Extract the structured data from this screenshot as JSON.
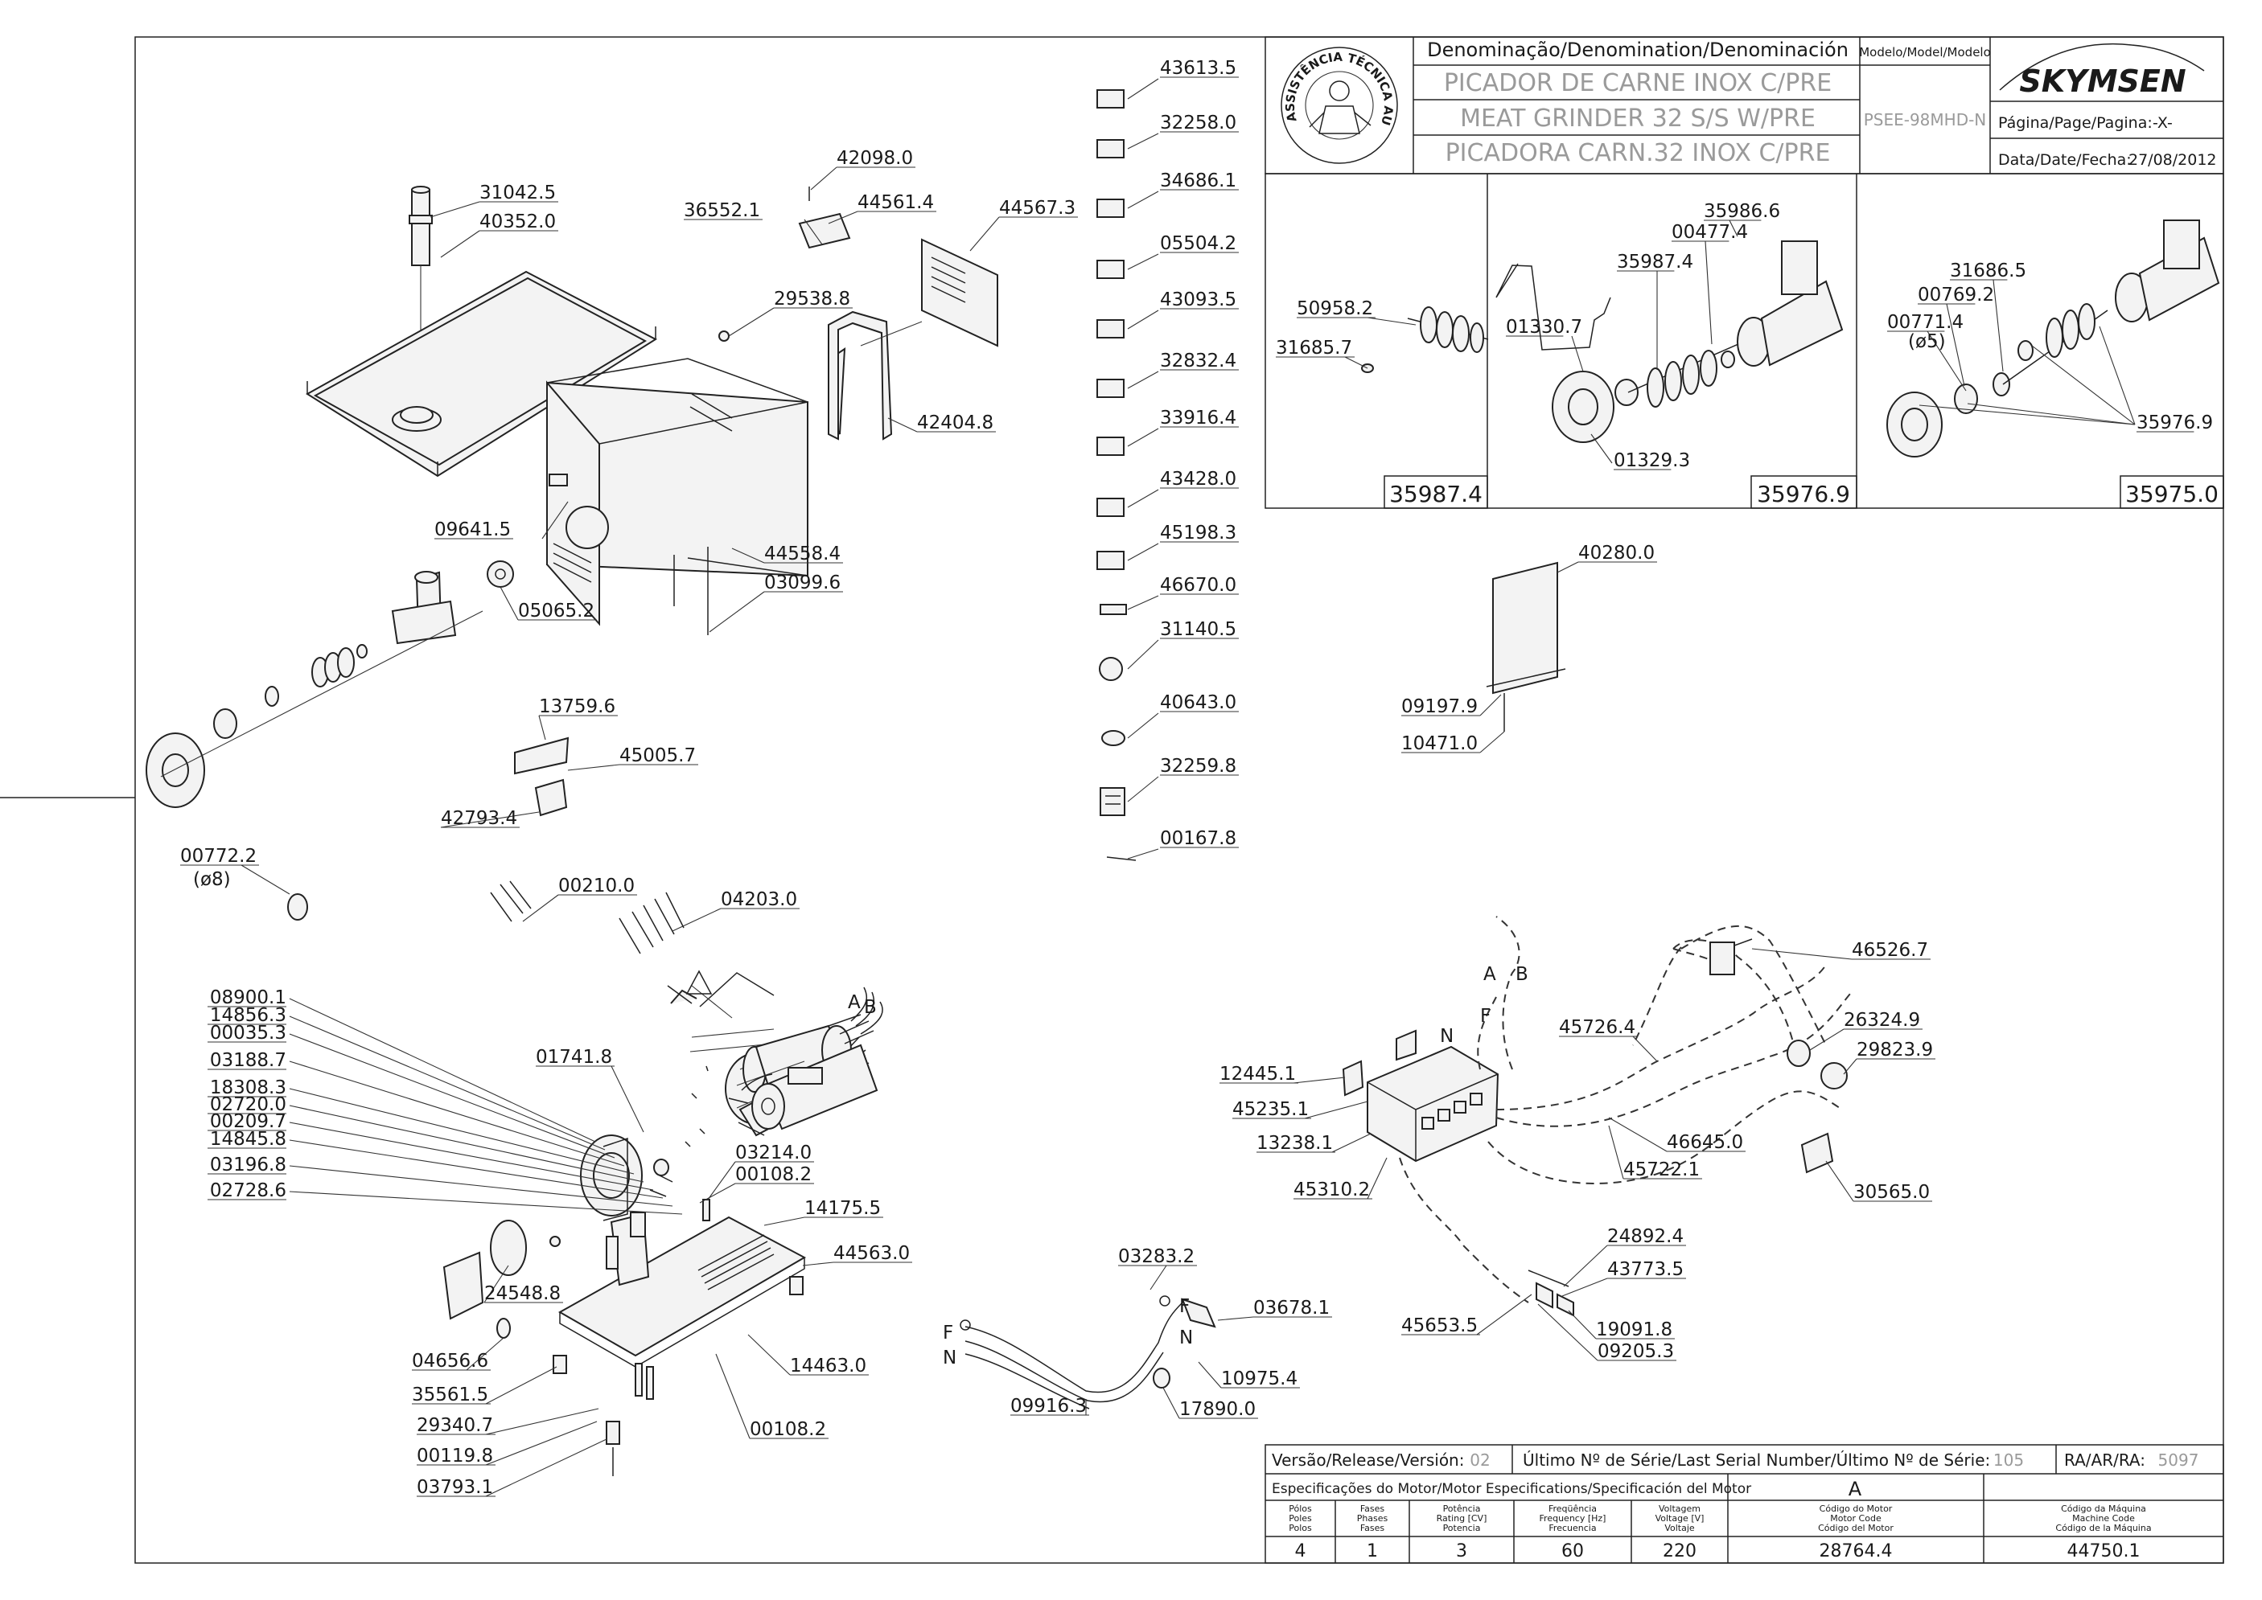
{
  "title_block": {
    "denomination_header": "Denominação/Denomination/Denominación",
    "name_pt": "PICADOR DE CARNE INOX C/PRE",
    "name_en": "MEAT GRINDER 32 S/S W/PRE",
    "name_es": "PICADORA CARN.32 INOX C/PRE",
    "model_header": "Modelo/Model/Modelo",
    "model_value": "PSEE-98MHD-N",
    "brand": "SKYMSEN",
    "page_label": "Página/Page/Pagina:",
    "page_value": "-X-",
    "date_label": "Data/Date/Fecha:",
    "date_value": "27/08/2012",
    "seal_text": "ASSISTÊNCIA TÉCNICA AUTORIZADA"
  },
  "panels": [
    {
      "code": "35987.4",
      "parts": [
        "50958.2",
        "31685.7"
      ]
    },
    {
      "code": "35976.9",
      "parts": [
        "35986.6",
        "00477.4",
        "35987.4",
        "01330.7",
        "01329.3"
      ]
    },
    {
      "code": "35975.0",
      "parts": [
        "31686.5",
        "00769.2",
        "00771.4",
        "(ø5)",
        "35976.9"
      ]
    }
  ],
  "callouts": {
    "upper_left": [
      "31042.5",
      "40352.0",
      "42098.0",
      "36552.1",
      "44561.4",
      "44567.3",
      "29538.8",
      "42404.8",
      "09641.5",
      "44558.4",
      "03099.6",
      "05065.2",
      "13759.6",
      "45005.7",
      "42793.4",
      "00772.2",
      "(ø8)",
      "00210.0",
      "04203.0"
    ],
    "column": [
      "43613.5",
      "32258.0",
      "34686.1",
      "05504.2",
      "43093.5",
      "32832.4",
      "33916.4",
      "43428.0",
      "45198.3",
      "46670.0",
      "31140.5",
      "40643.0",
      "32259.8",
      "00167.8"
    ],
    "plate": [
      "40280.0",
      "09197.9",
      "10471.0"
    ],
    "motor": [
      "08900.1",
      "14856.3",
      "00035.3",
      "03188.7",
      "18308.3",
      "02720.0",
      "00209.7",
      "14845.8",
      "03196.8",
      "02728.6",
      "01741.8",
      "03214.0",
      "00108.2",
      "14175.5",
      "44563.0",
      "24548.8",
      "04656.6",
      "35561.5",
      "29340.7",
      "00119.8",
      "03793.1",
      "14463.0",
      "00108.2"
    ],
    "motor_letters": [
      "A",
      "B"
    ],
    "cable": [
      "03283.2",
      "03678.1",
      "09916.3",
      "17890.0",
      "10975.4"
    ],
    "cable_letters": [
      "F",
      "N",
      "F",
      "N"
    ],
    "wiring": [
      "46526.7",
      "45726.4",
      "12445.1",
      "45235.1",
      "13238.1",
      "45310.2",
      "26324.9",
      "29823.9",
      "46645.0",
      "45722.1",
      "30565.0",
      "24892.4",
      "43773.5",
      "45653.5",
      "19091.8",
      "09205.3"
    ],
    "wiring_letters": [
      "A",
      "B",
      "N",
      "F"
    ]
  },
  "bottom_block": {
    "version_label": "Versão/Release/Versión:",
    "version_value": "02",
    "serial_label": "Último Nº de Série/Last Serial Number/Último Nº de Série:",
    "serial_value": "105",
    "ra_label": "RA/AR/RA:",
    "ra_value": "5097",
    "motor_spec_label": "Especificações do Motor/Motor Especifications/Specificación del Motor",
    "motor_letter": "A",
    "col_headers": [
      [
        "Pólos",
        "Poles",
        "Polos"
      ],
      [
        "Fases",
        "Phases",
        "Fases"
      ],
      [
        "Potência",
        "Rating [CV]",
        "Potencia"
      ],
      [
        "Freqüência",
        "Frequency [Hz]",
        "Frecuencia"
      ],
      [
        "Voltagem",
        "Voltage [V]",
        "Voltaje"
      ],
      [
        "Código do Motor",
        "Motor Code",
        "Código del Motor"
      ],
      [
        "Código da Máquina",
        "Machine Code",
        "Código de la Máquina"
      ]
    ],
    "values": [
      "4",
      "1",
      "3",
      "60",
      "220",
      "28764.4",
      "44750.1"
    ]
  },
  "colors": {
    "line": "#222222",
    "faint_text": "#9a9a9a",
    "background": "#ffffff"
  }
}
